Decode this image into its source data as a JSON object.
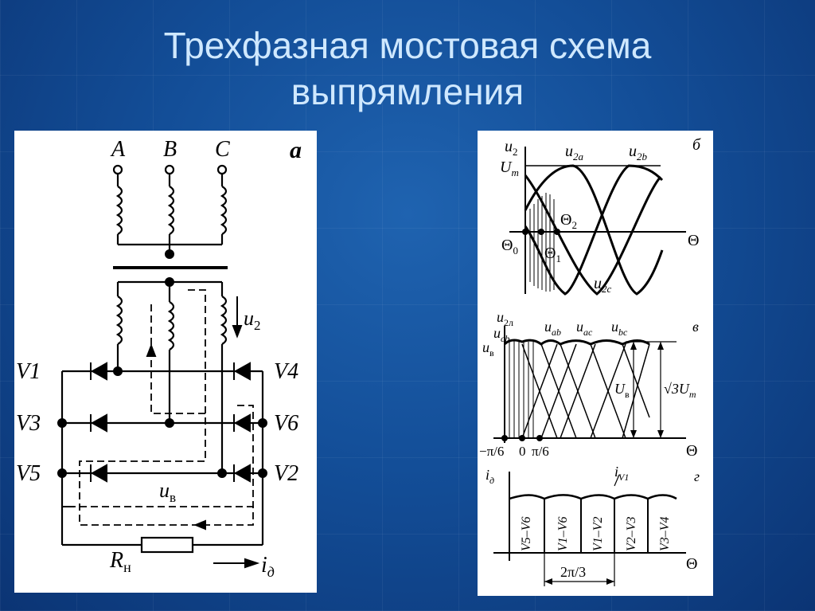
{
  "slide": {
    "title_line1": "Трехфазная мостовая схема",
    "title_line2": "выпрямления"
  },
  "circuit": {
    "panel_label": "а",
    "phase_labels": [
      "A",
      "B",
      "C"
    ],
    "diode_labels": [
      "V1",
      "V3",
      "V5",
      "V4",
      "V6",
      "V2"
    ],
    "voltage_label_u2": "u",
    "voltage_label_u2_sub": "2",
    "output_voltage": "u",
    "output_voltage_sub": "в",
    "load": "R",
    "load_sub": "н",
    "current": "i",
    "current_sub": "д"
  },
  "plot_b": {
    "panel_label": "б",
    "y_label": "u",
    "y_label_sub": "2",
    "um": "U",
    "um_sub": "m",
    "curve_a": "u",
    "curve_a_sub": "2a",
    "curve_b": "u",
    "curve_b_sub": "2b",
    "curve_c": "u",
    "curve_c_sub": "2c",
    "theta0": "Θ",
    "theta0_sub": "0",
    "theta1": "Θ",
    "theta1_sub": "1",
    "theta2": "Θ",
    "theta2_sub": "2",
    "x_label": "Θ"
  },
  "plot_v": {
    "panel_label": "в",
    "y_label": "u",
    "y_label_sub": "2л",
    "ucb": "u",
    "ucb_sub": "cb",
    "uv": "u",
    "uv_sub": "в",
    "uab": "u",
    "uab_sub": "ab",
    "uac": "u",
    "uac_sub": "ac",
    "ubc": "u",
    "ubc_sub": "bc",
    "uv_mean": "U",
    "uv_mean_sub": "в",
    "amplitude": "√3U",
    "amplitude_sub": "m",
    "ticks": [
      "−π/6",
      "0",
      "π/6"
    ],
    "x_label": "Θ"
  },
  "plot_g": {
    "panel_label": "г",
    "y_label": "i",
    "y_label_sub": "д",
    "iv1": "i",
    "iv1_sub": "V1",
    "intervals": [
      "V5–V6",
      "V1–V6",
      "V1–V2",
      "V2–V3",
      "V3–V4"
    ],
    "period": "2π/3",
    "x_label": "Θ"
  }
}
